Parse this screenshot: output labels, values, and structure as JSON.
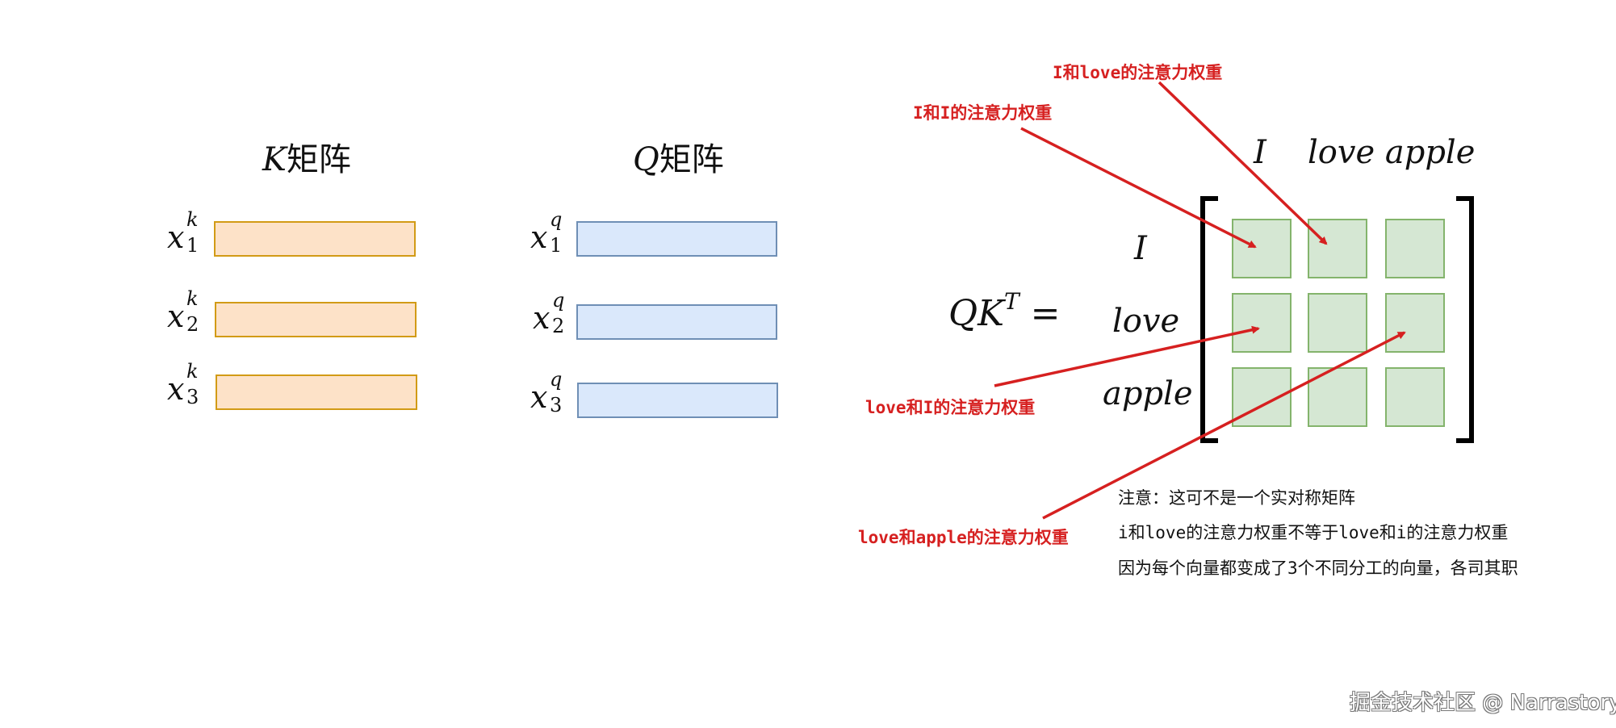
{
  "k_matrix": {
    "title_symbol": "K",
    "title_text": "矩阵",
    "vectors": [
      {
        "base": "x",
        "sup": "k",
        "sub": "1"
      },
      {
        "base": "x",
        "sup": "k",
        "sub": "2"
      },
      {
        "base": "x",
        "sup": "k",
        "sub": "3"
      }
    ]
  },
  "q_matrix": {
    "title_symbol": "Q",
    "title_text": "矩阵",
    "vectors": [
      {
        "base": "x",
        "sup": "q",
        "sub": "1"
      },
      {
        "base": "x",
        "sup": "q",
        "sub": "2"
      },
      {
        "base": "x",
        "sup": "q",
        "sub": "3"
      }
    ]
  },
  "attention_matrix": {
    "equation_lhs": "QK",
    "equation_sup": "T",
    "equation_eq": "=",
    "col_labels": [
      "I",
      "love apple"
    ],
    "row_labels": [
      "I",
      "love",
      "apple"
    ]
  },
  "annotations": {
    "i_i": "I和I的注意力权重",
    "i_love": "I和love的注意力权重",
    "love_i": "love和I的注意力权重",
    "love_apple": "love和apple的注意力权重",
    "color": "#d62020"
  },
  "notes": [
    "注意：这可不是一个实对称矩阵",
    "i和love的注意力权重不等于love和i的注意力权重",
    "因为每个向量都变成了3个不同分工的向量，各司其职"
  ],
  "watermark": "掘金技术社区 @ Narrastory",
  "colors": {
    "k_fill": "#fde2c8",
    "k_border": "#d29b16",
    "q_fill": "#dae8fb",
    "q_border": "#6f8fb5",
    "cell_fill": "#d5e7d3",
    "cell_border": "#84b46c"
  }
}
